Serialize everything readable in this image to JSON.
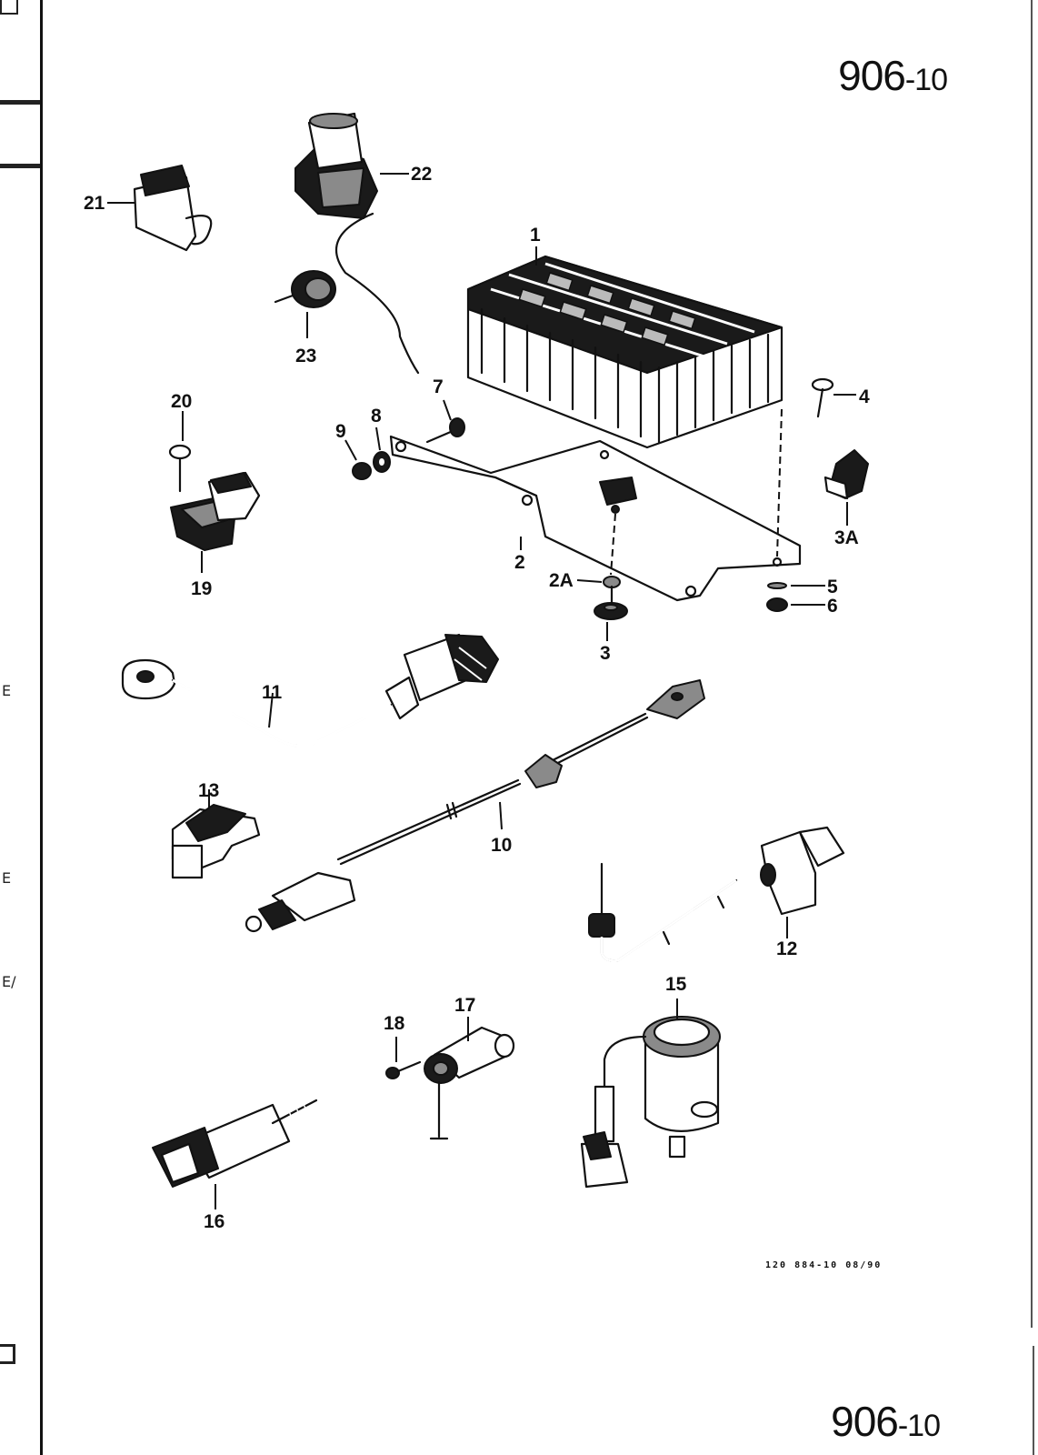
{
  "page_number": {
    "main": "906",
    "sub": "-10"
  },
  "drawing_code": "120  884-10  08/90",
  "margin_letters": [
    "E",
    "E",
    "E/"
  ],
  "part_labels": {
    "p1": "1",
    "p2": "2",
    "p2a": "2A",
    "p3": "3",
    "p3a": "3A",
    "p4": "4",
    "p5": "5",
    "p6": "6",
    "p7": "7",
    "p8": "8",
    "p9": "9",
    "p10": "10",
    "p11": "11",
    "p12": "12",
    "p13": "13",
    "p15": "15",
    "p16": "16",
    "p17": "17",
    "p18": "18",
    "p19": "19",
    "p20": "20",
    "p21": "21",
    "p22": "22",
    "p23": "23"
  }
}
